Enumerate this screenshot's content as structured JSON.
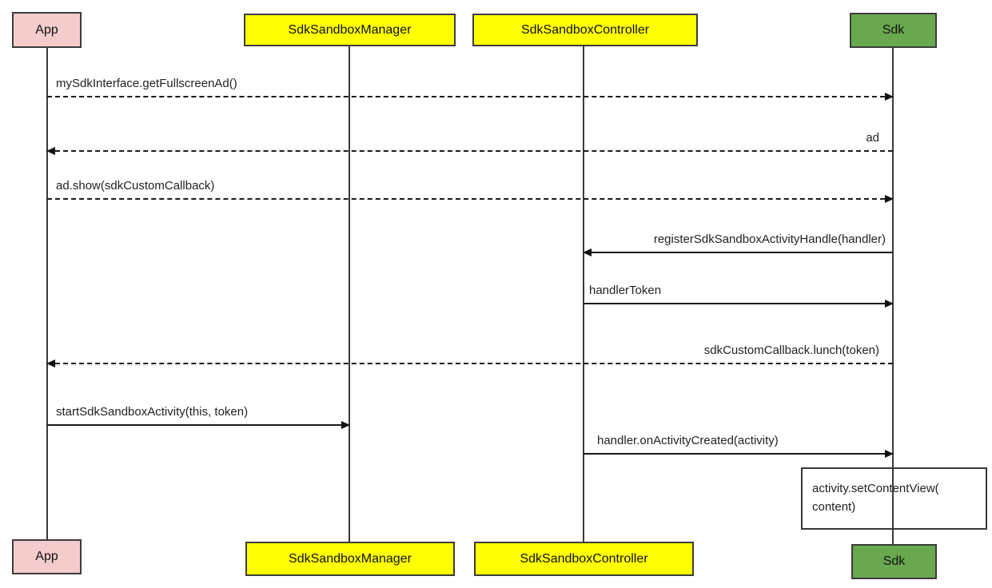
{
  "diagram": {
    "actors": [
      {
        "label": "App",
        "fill": "#f4cccc"
      },
      {
        "label": "SdkSandboxManager",
        "fill": "#ffff00"
      },
      {
        "label": "SdkSandboxController",
        "fill": "#ffff00"
      },
      {
        "label": "Sdk",
        "fill": "#6aa84f"
      }
    ],
    "messages": [
      {
        "label": "mySdkInterface.getFullscreenAd()",
        "from": "App",
        "to": "Sdk",
        "line": "dashed"
      },
      {
        "label": "ad",
        "from": "Sdk",
        "to": "App",
        "line": "dashed"
      },
      {
        "label": "ad.show(sdkCustomCallback)",
        "from": "App",
        "to": "Sdk",
        "line": "dashed"
      },
      {
        "label": "registerSdkSandboxActivityHandle(handler)",
        "from": "Sdk",
        "to": "SdkSandboxController",
        "line": "solid"
      },
      {
        "label": "handlerToken",
        "from": "SdkSandboxController",
        "to": "Sdk",
        "line": "solid"
      },
      {
        "label": "sdkCustomCallback.lunch(token)",
        "from": "Sdk",
        "to": "App",
        "line": "dashed"
      },
      {
        "label": "startSdkSandboxActivity(this, token)",
        "from": "App",
        "to": "SdkSandboxManager",
        "line": "solid"
      },
      {
        "label": "handler.onActivityCreated(activity)",
        "from": "SdkSandboxController",
        "to": "Sdk",
        "line": "solid"
      }
    ],
    "note": {
      "line1": "activity.setContentView(",
      "line2": "content)"
    },
    "colors": {
      "app_fill": "#f4cccc",
      "manager_fill": "#ffff00",
      "controller_fill": "#ffff00",
      "sdk_fill": "#6aa84f",
      "border": "#3c3c3c",
      "line": "#1a1a1a",
      "background": "#ffffff"
    }
  }
}
